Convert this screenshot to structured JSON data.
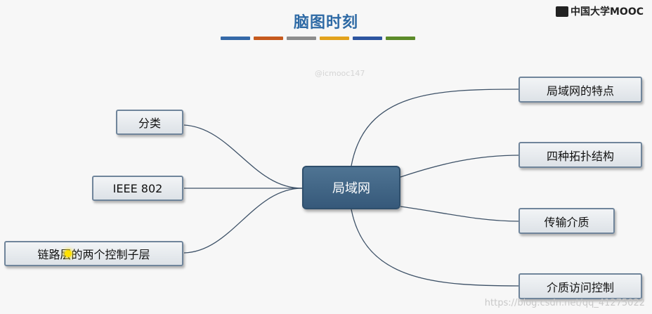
{
  "header": {
    "title": "脑图时刻"
  },
  "title_stripe_colors": [
    "#3569a8",
    "#c65a1e",
    "#8d8d8d",
    "#e2a21d",
    "#2d55a0",
    "#5c8b2a"
  ],
  "logo": {
    "text": "中国大学MOOC"
  },
  "ghost_text": "@icmooc147",
  "watermark": "https://blog.csdn.net/qq_41275022",
  "mindmap": {
    "center": "局域网",
    "left": [
      "分类",
      "IEEE 802",
      "链路层的两个控制子层"
    ],
    "right": [
      "局域网的特点",
      "四种拓扑结构",
      "传输介质",
      "介质访问控制"
    ]
  }
}
